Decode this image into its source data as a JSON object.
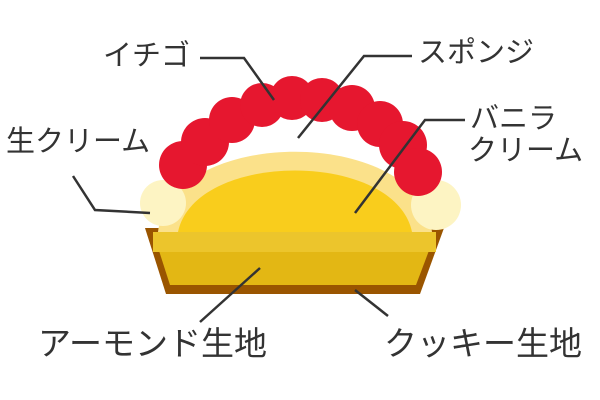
{
  "colors": {
    "strawberry": "#e6172f",
    "sponge_light": "#fbe18a",
    "vanilla_cream": "#f9cd1c",
    "fresh_cream": "#fdf4c3",
    "almond_dough": "#e3b714",
    "almond_dough_top": "#ecc52c",
    "cookie_crust": "#9a5500",
    "leader_line": "#333333",
    "label_text": "#333333"
  },
  "labels": {
    "strawberry": "イチゴ",
    "sponge": "スポンジ",
    "fresh_cream": "生クリーム",
    "vanilla_cream_line1": "バニラ",
    "vanilla_cream_line2": "クリーム",
    "almond_dough": "アーモンド生地",
    "cookie_dough": "クッキー生地"
  }
}
